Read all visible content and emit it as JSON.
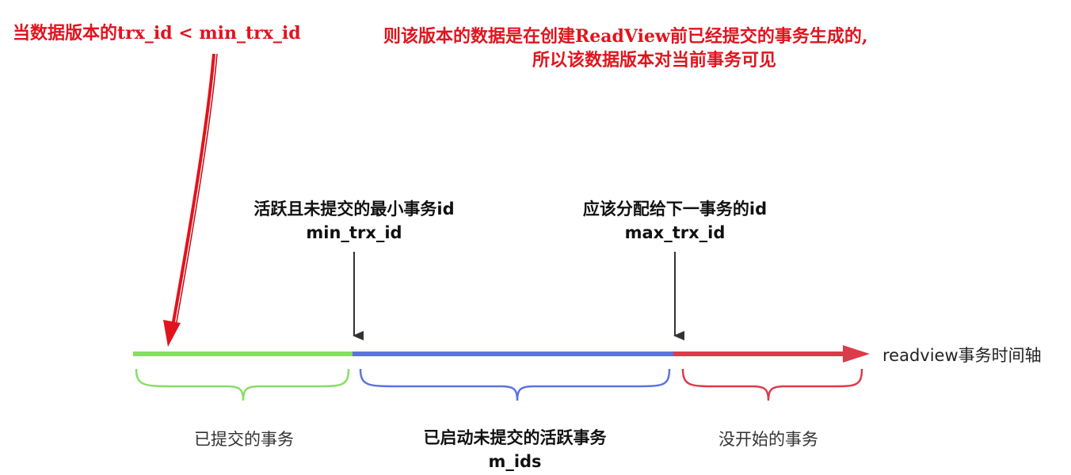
{
  "annotation": {
    "condition": "当数据版本的trx_id < min_trx_id",
    "explain_line1": "则该版本的数据是在创建ReadView前已经提交的事务生成的,",
    "explain_line2": "所以该数据版本对当前事务可见"
  },
  "markers": {
    "min": {
      "desc": "活跃且未提交的最小事务id",
      "name": "min_trx_id"
    },
    "max": {
      "desc": "应该分配给下一事务的id",
      "name": "max_trx_id"
    }
  },
  "axis_label": "readview事务时间轴",
  "segments": {
    "committed": "已提交的事务",
    "active": "已启动未提交的活跃事务",
    "active_sub": "m_ids",
    "not_started": "没开始的事务"
  },
  "colors": {
    "annotation": "#e0141e",
    "committed": "#86de64",
    "active": "#5b73e0",
    "not_started": "#dc3b4a",
    "pointer": "#333333"
  }
}
